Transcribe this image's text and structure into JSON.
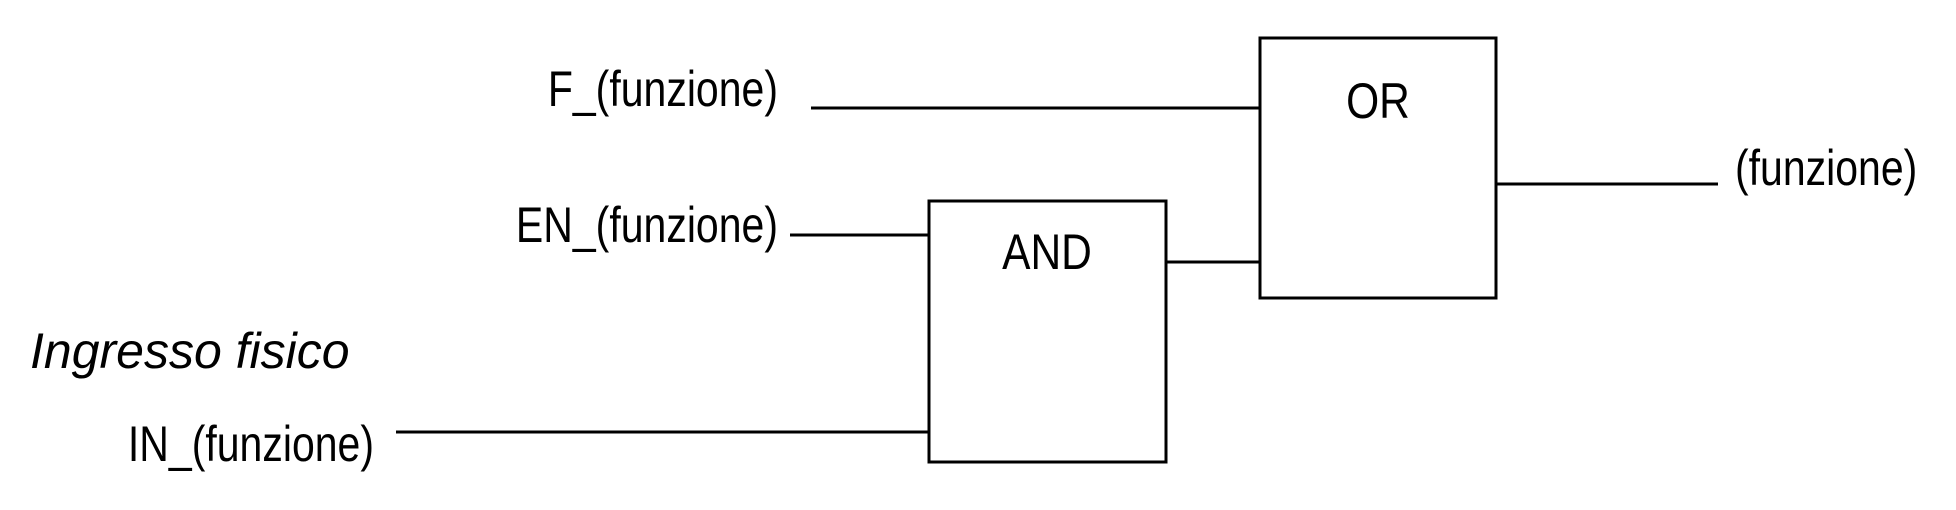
{
  "inputs": {
    "f": "F_(funzione)",
    "en": "EN_(funzione)",
    "in": "IN_(funzione)"
  },
  "physical_input_label": "Ingresso fisico",
  "gates": {
    "and_label": "AND",
    "or_label": "OR"
  },
  "output": "(funzione)",
  "colors": {
    "line": "#000000",
    "background": "#ffffff"
  }
}
